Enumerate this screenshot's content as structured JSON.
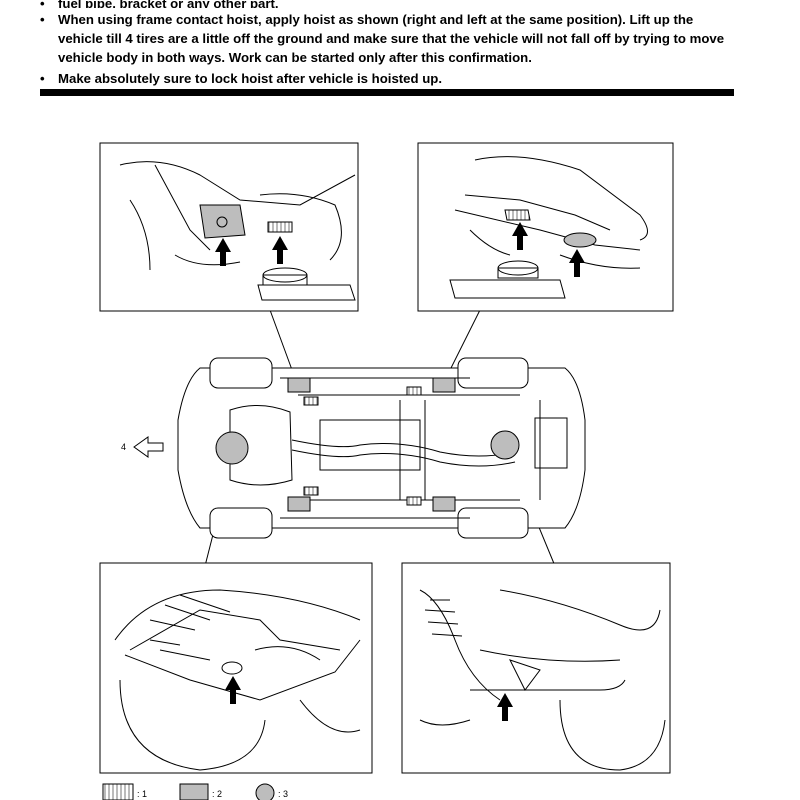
{
  "notes": [
    "fuel pipe, bracket or any other part.",
    "When using frame contact hoist, apply hoist as shown (right and left at the same position). Lift up the vehicle till 4 tires are a little off the ground and make sure that the vehicle will not fall off by trying to move vehicle body in both ways. Work can be started only after this confirmation.",
    "Make absolutely sure to lock hoist after vehicle is hoisted up."
  ],
  "figure": {
    "direction_label": "4",
    "legend": [
      {
        "symbol": "hatched-rectangle",
        "label": ": 1"
      },
      {
        "symbol": "gray-rectangle",
        "label": ": 2"
      },
      {
        "symbol": "circle",
        "label": ": 3"
      }
    ]
  },
  "colors": {
    "text": "#000000",
    "gray_fill": "#bdbdbd",
    "hatch": "#777777"
  }
}
